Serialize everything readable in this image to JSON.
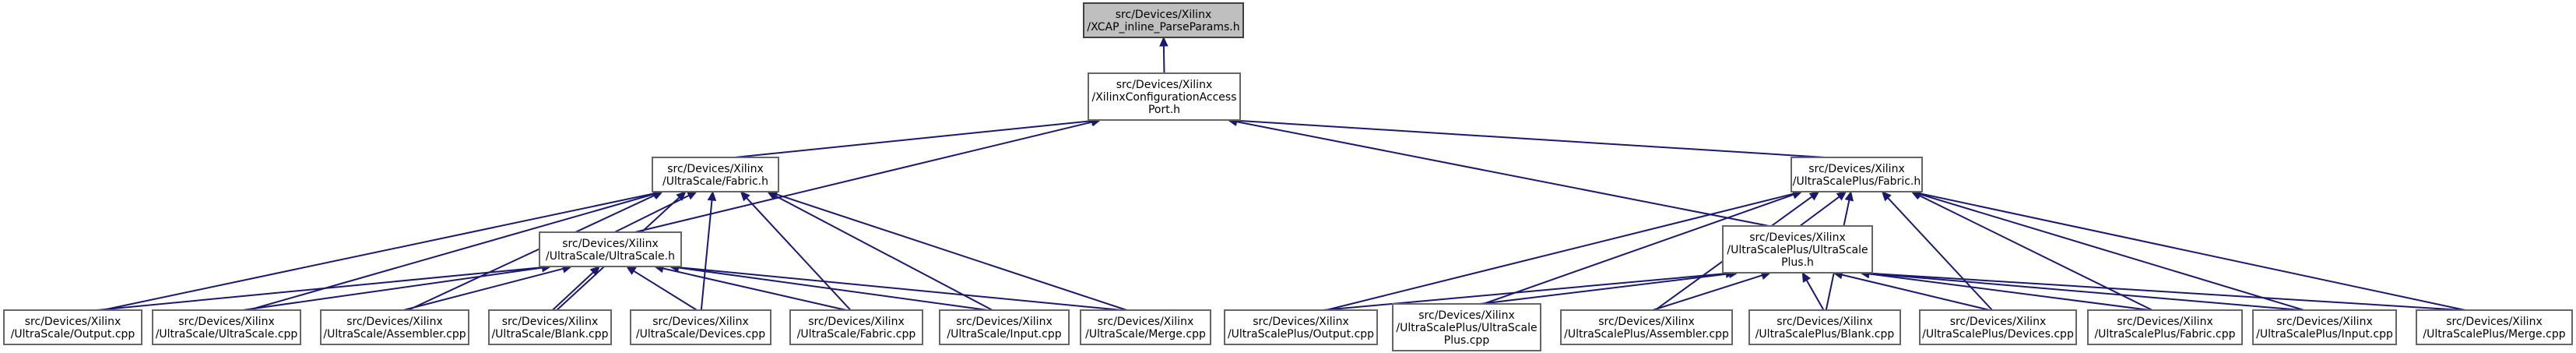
{
  "diagram": {
    "nodes": [
      {
        "id": "root",
        "lines": [
          "src/Devices/Xilinx",
          "/XCAP_inline_ParseParams.h"
        ],
        "root": true
      },
      {
        "id": "xcap",
        "lines": [
          "src/Devices/Xilinx",
          "/XilinxConfigurationAccess",
          "Port.h"
        ]
      },
      {
        "id": "us_fabric",
        "lines": [
          "src/Devices/Xilinx",
          "/UltraScale/Fabric.h"
        ]
      },
      {
        "id": "usp_fabric",
        "lines": [
          "src/Devices/Xilinx",
          "/UltraScalePlus/Fabric.h"
        ]
      },
      {
        "id": "us_h",
        "lines": [
          "src/Devices/Xilinx",
          "/UltraScale/UltraScale.h"
        ]
      },
      {
        "id": "usp_h",
        "lines": [
          "src/Devices/Xilinx",
          "/UltraScalePlus/UltraScale",
          "Plus.h"
        ]
      },
      {
        "id": "us_output",
        "lines": [
          "src/Devices/Xilinx",
          "/UltraScale/Output.cpp"
        ]
      },
      {
        "id": "us_cpp",
        "lines": [
          "src/Devices/Xilinx",
          "/UltraScale/UltraScale.cpp"
        ]
      },
      {
        "id": "us_assembler",
        "lines": [
          "src/Devices/Xilinx",
          "/UltraScale/Assembler.cpp"
        ]
      },
      {
        "id": "us_blank",
        "lines": [
          "src/Devices/Xilinx",
          "/UltraScale/Blank.cpp"
        ]
      },
      {
        "id": "us_devices",
        "lines": [
          "src/Devices/Xilinx",
          "/UltraScale/Devices.cpp"
        ]
      },
      {
        "id": "us_fabric_cpp",
        "lines": [
          "src/Devices/Xilinx",
          "/UltraScale/Fabric.cpp"
        ]
      },
      {
        "id": "us_input",
        "lines": [
          "src/Devices/Xilinx",
          "/UltraScale/Input.cpp"
        ]
      },
      {
        "id": "us_merge",
        "lines": [
          "src/Devices/Xilinx",
          "/UltraScale/Merge.cpp"
        ]
      },
      {
        "id": "usp_output",
        "lines": [
          "src/Devices/Xilinx",
          "/UltraScalePlus/Output.cpp"
        ]
      },
      {
        "id": "usp_cpp",
        "lines": [
          "src/Devices/Xilinx",
          "/UltraScalePlus/UltraScale",
          "Plus.cpp"
        ]
      },
      {
        "id": "usp_assembler",
        "lines": [
          "src/Devices/Xilinx",
          "/UltraScalePlus/Assembler.cpp"
        ]
      },
      {
        "id": "usp_blank",
        "lines": [
          "src/Devices/Xilinx",
          "/UltraScalePlus/Blank.cpp"
        ]
      },
      {
        "id": "usp_devices",
        "lines": [
          "src/Devices/Xilinx",
          "/UltraScalePlus/Devices.cpp"
        ]
      },
      {
        "id": "usp_fabric_cpp",
        "lines": [
          "src/Devices/Xilinx",
          "/UltraScalePlus/Fabric.cpp"
        ]
      },
      {
        "id": "usp_input",
        "lines": [
          "src/Devices/Xilinx",
          "/UltraScalePlus/Input.cpp"
        ]
      },
      {
        "id": "usp_merge",
        "lines": [
          "src/Devices/Xilinx",
          "/UltraScalePlus/Merge.cpp"
        ]
      }
    ],
    "edges": [
      {
        "from": "xcap",
        "to": "root"
      },
      {
        "from": "us_fabric",
        "to": "xcap"
      },
      {
        "from": "usp_fabric",
        "to": "xcap"
      },
      {
        "from": "us_h",
        "to": "xcap"
      },
      {
        "from": "usp_h",
        "to": "xcap"
      },
      {
        "from": "us_h",
        "to": "us_fabric"
      },
      {
        "from": "us_output",
        "to": "us_fabric"
      },
      {
        "from": "us_cpp",
        "to": "us_fabric"
      },
      {
        "from": "us_assembler",
        "to": "us_fabric"
      },
      {
        "from": "us_blank",
        "to": "us_fabric"
      },
      {
        "from": "us_devices",
        "to": "us_fabric"
      },
      {
        "from": "us_fabric_cpp",
        "to": "us_fabric"
      },
      {
        "from": "us_input",
        "to": "us_fabric"
      },
      {
        "from": "us_merge",
        "to": "us_fabric"
      },
      {
        "from": "us_output",
        "to": "us_h"
      },
      {
        "from": "us_cpp",
        "to": "us_h"
      },
      {
        "from": "us_assembler",
        "to": "us_h"
      },
      {
        "from": "us_blank",
        "to": "us_h"
      },
      {
        "from": "us_devices",
        "to": "us_h"
      },
      {
        "from": "us_fabric_cpp",
        "to": "us_h"
      },
      {
        "from": "us_input",
        "to": "us_h"
      },
      {
        "from": "us_merge",
        "to": "us_h"
      },
      {
        "from": "usp_h",
        "to": "usp_fabric"
      },
      {
        "from": "usp_output",
        "to": "usp_fabric"
      },
      {
        "from": "usp_cpp",
        "to": "usp_fabric"
      },
      {
        "from": "usp_assembler",
        "to": "usp_fabric"
      },
      {
        "from": "usp_blank",
        "to": "usp_fabric"
      },
      {
        "from": "usp_devices",
        "to": "usp_fabric"
      },
      {
        "from": "usp_fabric_cpp",
        "to": "usp_fabric"
      },
      {
        "from": "usp_input",
        "to": "usp_fabric"
      },
      {
        "from": "usp_merge",
        "to": "usp_fabric"
      },
      {
        "from": "usp_output",
        "to": "usp_h"
      },
      {
        "from": "usp_cpp",
        "to": "usp_h"
      },
      {
        "from": "usp_assembler",
        "to": "usp_h"
      },
      {
        "from": "usp_blank",
        "to": "usp_h"
      },
      {
        "from": "usp_devices",
        "to": "usp_h"
      },
      {
        "from": "usp_fabric_cpp",
        "to": "usp_h"
      },
      {
        "from": "usp_input",
        "to": "usp_h"
      },
      {
        "from": "usp_merge",
        "to": "usp_h"
      }
    ],
    "colors": {
      "edge": "#191970",
      "node_border": "#666666",
      "root_fill": "#bfbfbf",
      "node_fill": "#ffffff"
    }
  }
}
